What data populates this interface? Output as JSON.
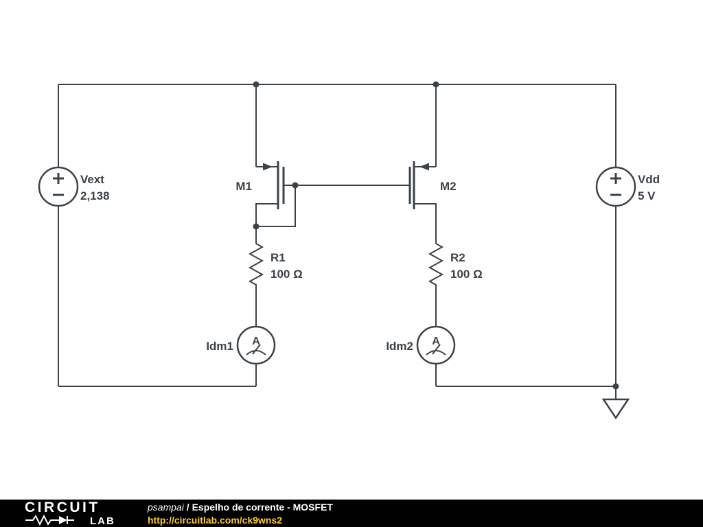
{
  "colors": {
    "wire": "#3b4248",
    "background": "#ffffff",
    "footer_bg": "#000000",
    "footer_text": "#ffffff",
    "footer_link": "#ffcc33"
  },
  "components": {
    "vext": {
      "label": "Vext",
      "value": "2,138"
    },
    "vdd": {
      "label": "Vdd",
      "value": "5 V"
    },
    "m1": {
      "label": "M1"
    },
    "m2": {
      "label": "M2"
    },
    "r1": {
      "label": "R1",
      "value": "100 Ω"
    },
    "r2": {
      "label": "R2",
      "value": "100 Ω"
    },
    "idm1": {
      "label": "Idm1",
      "symbol": "A"
    },
    "idm2": {
      "label": "Idm2",
      "symbol": "A"
    }
  },
  "footer": {
    "logo_line1": "CIRCUIT",
    "logo_line2": "LAB",
    "author": "psampai",
    "separator": " / ",
    "title": "Espelho de corrente - MOSFET",
    "url": "http://circuitlab.com/ck9wns2"
  }
}
